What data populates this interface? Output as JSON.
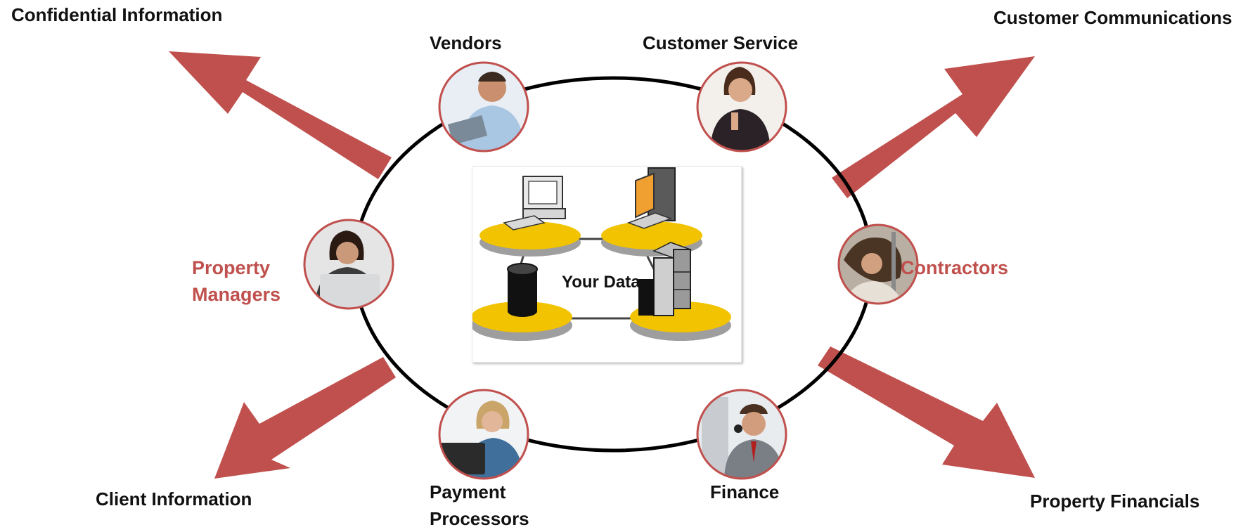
{
  "corner_labels": {
    "confidential": "Confidential Information",
    "customer_comms": "Customer Communications",
    "client_info": "Client Information",
    "property_financials": "Property Financials"
  },
  "ring_labels": {
    "vendors": "Vendors",
    "customer_service": "Customer Service",
    "property_managers_1": "Property",
    "property_managers_2": "Managers",
    "contractors": "Contractors",
    "payment_1": "Payment",
    "payment_2": "Processors",
    "finance": "Finance"
  },
  "center": {
    "label": "Your Data"
  },
  "colors": {
    "arrow": "#c0504d",
    "accent_text": "#c0504d",
    "platform": "#f2c300"
  }
}
